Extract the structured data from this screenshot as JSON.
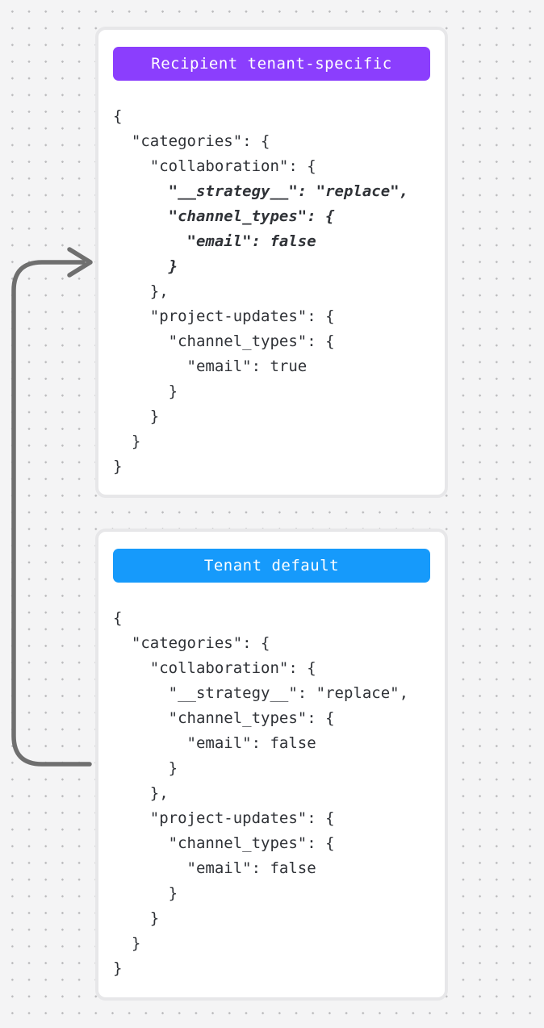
{
  "canvas": {
    "background_color": "#f4f4f5",
    "dot_color": "#bcbcbe"
  },
  "arrow": {
    "description": "curved arrow from tenant-default card pointing up into recipient tenant-specific card",
    "color": "#6f6f6f"
  },
  "cards": [
    {
      "badge": {
        "label": "Recipient tenant-specific",
        "background_color": "#8b3efd",
        "text_color": "#ffffff"
      },
      "code_lines": [
        "{",
        "  \"categories\": {",
        "    \"collaboration\": {",
        "      \"__strategy__\": \"replace\",",
        "      \"channel_types\": {",
        "        \"email\": false",
        "      }",
        "    },",
        "    \"project-updates\": {",
        "      \"channel_types\": {",
        "        \"email\": true",
        "      }",
        "    }",
        "  }",
        "}"
      ],
      "emphasized_line_indexes": [
        3,
        4,
        5,
        6
      ]
    },
    {
      "badge": {
        "label": "Tenant default",
        "background_color": "#169afb",
        "text_color": "#ffffff"
      },
      "code_lines": [
        "{",
        "  \"categories\": {",
        "    \"collaboration\": {",
        "      \"__strategy__\": \"replace\",",
        "      \"channel_types\": {",
        "        \"email\": false",
        "      }",
        "    },",
        "    \"project-updates\": {",
        "      \"channel_types\": {",
        "        \"email\": false",
        "      }",
        "    }",
        "  }",
        "}"
      ],
      "emphasized_line_indexes": []
    }
  ]
}
